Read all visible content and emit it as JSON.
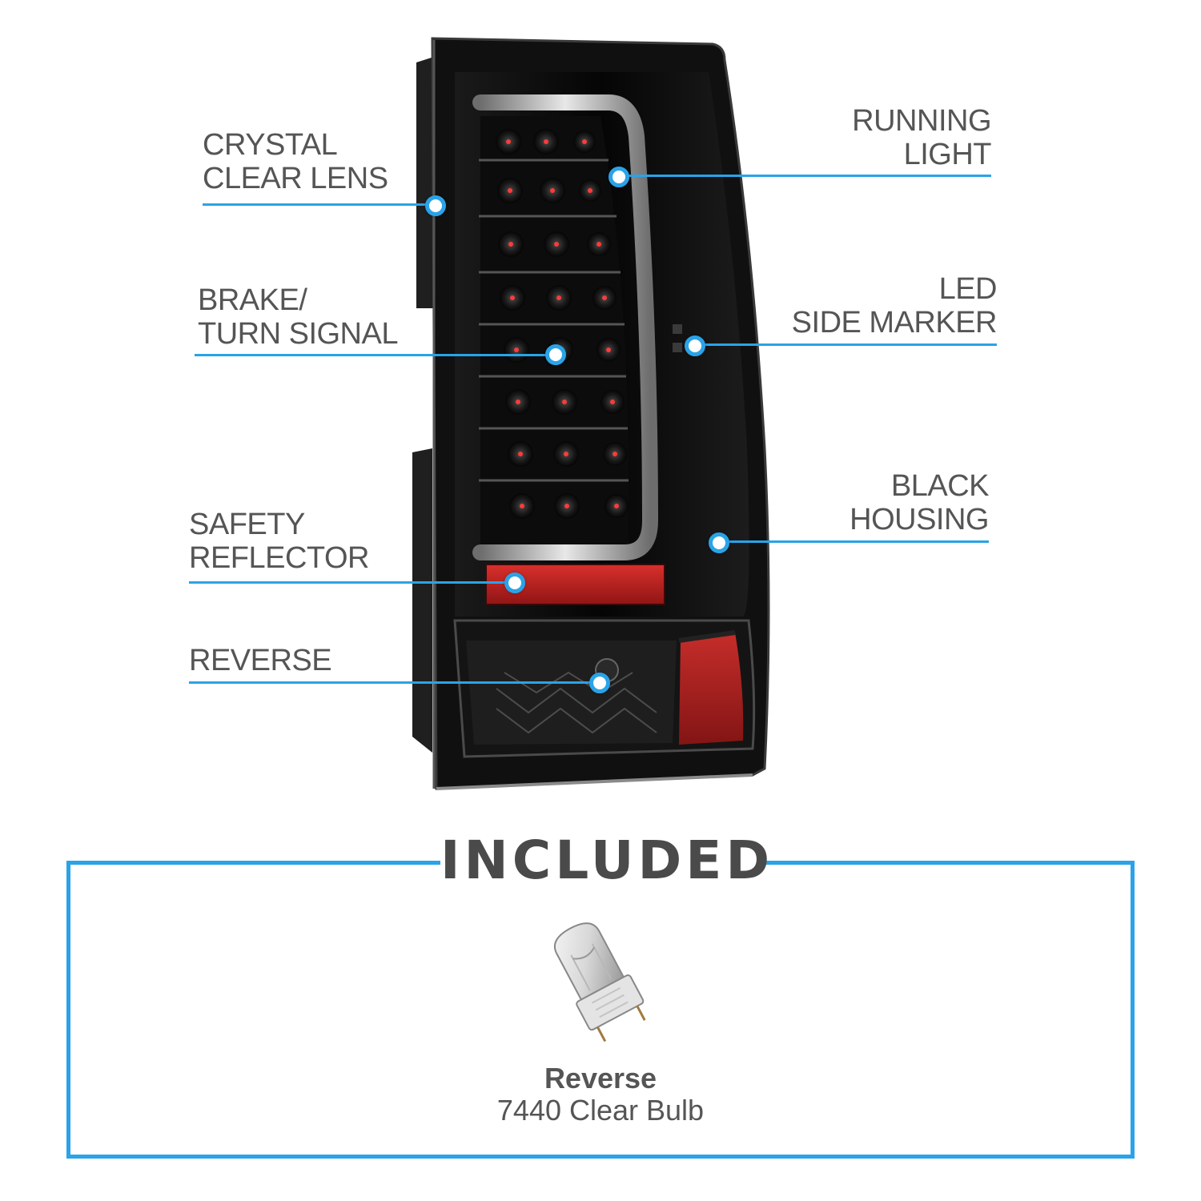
{
  "callouts": {
    "crystal_clear_lens": "CRYSTAL\nCLEAR LENS",
    "running_light": "RUNNING\nLIGHT",
    "brake_turn_signal": "BRAKE/\nTURN SIGNAL",
    "led_side_marker": "LED\nSIDE MARKER",
    "black_housing": "BLACK\nHOUSING",
    "safety_reflector": "SAFETY\nREFLECTOR",
    "reverse": "REVERSE"
  },
  "included": {
    "title": "INCLUDED",
    "bulb_name": "Reverse",
    "bulb_desc": "7440 Clear Bulb"
  },
  "colors": {
    "accent": "#2aa3e8",
    "text": "#555555",
    "housing": "#0b0b0b",
    "reflector": "#c0201f"
  },
  "icons": {
    "product": "tail-light-illustration",
    "bulb": "wedge-bulb-icon"
  }
}
